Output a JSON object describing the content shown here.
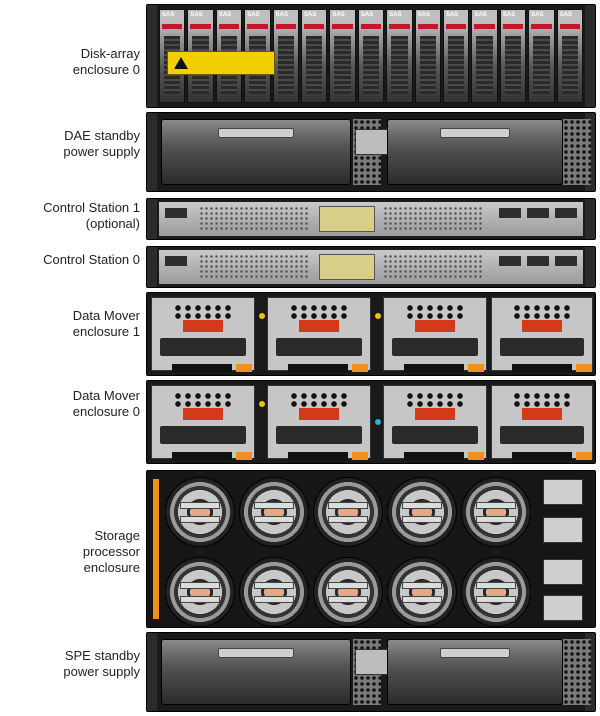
{
  "components": [
    {
      "id": "disk_array",
      "label": "Disk-array\nenclosure 0",
      "disk_labels": [
        "SAS",
        "SAS",
        "SAS",
        "SAS",
        "SAS",
        "SAS",
        "SAS",
        "SAS",
        "SAS",
        "SAS",
        "SAS",
        "SAS",
        "SAS",
        "SAS",
        "SAS"
      ]
    },
    {
      "id": "dae_sps",
      "label": "DAE standby\npower supply"
    },
    {
      "id": "cs1",
      "label": "Control Station 1\n(optional)"
    },
    {
      "id": "cs0",
      "label": "Control Station 0"
    },
    {
      "id": "dm1",
      "label": "Data Mover\nenclosure 1"
    },
    {
      "id": "dm0",
      "label": "Data Mover\nenclosure 0"
    },
    {
      "id": "spe",
      "label": "Storage\nprocessor\nenclosure"
    },
    {
      "id": "spe_sps",
      "label": "SPE standby\npower supply"
    }
  ],
  "colors": {
    "accent_red": "#c0182a",
    "warning_yellow": "#f2d000",
    "handle_orange": "#f09020"
  },
  "icons": [
    "warning-icon",
    "fan-icon",
    "power-supply-icon"
  ]
}
